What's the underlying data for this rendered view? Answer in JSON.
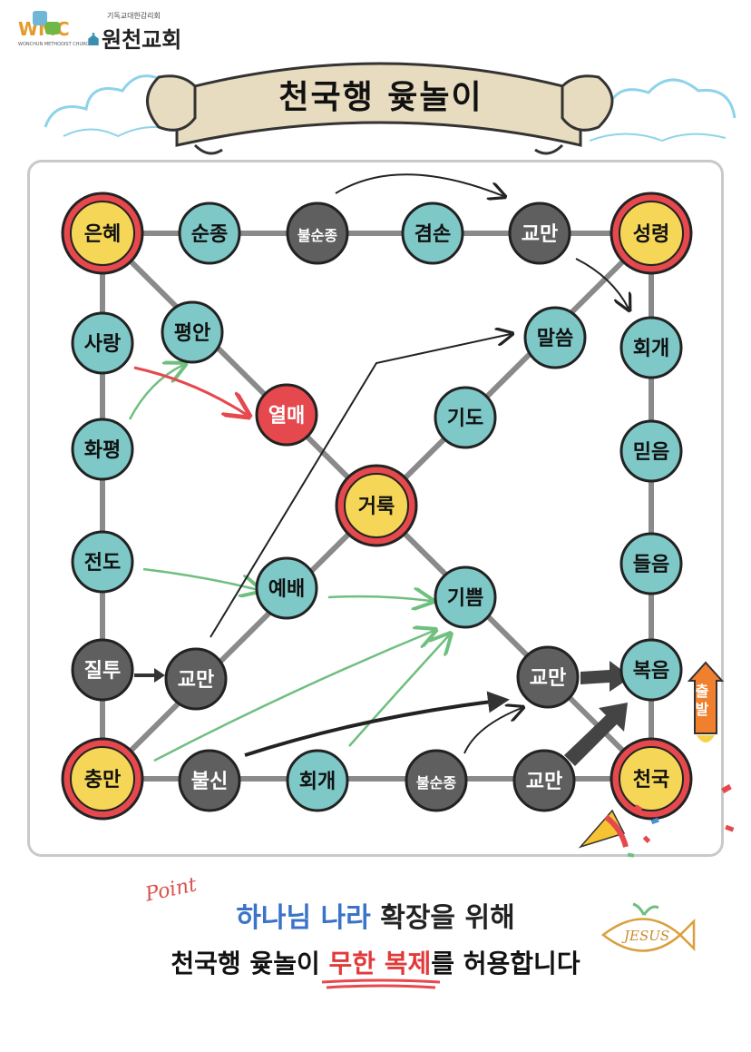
{
  "logo": {
    "letters": "WMC",
    "english": "WONCHUN METHODIST CHURCH",
    "denomination": "기독교대한감리회",
    "church_name": "원천교회"
  },
  "title": "천국행 윷놀이",
  "nodes": [
    {
      "id": "eunhye",
      "label": "은혜",
      "kind": "corner"
    },
    {
      "id": "sunjong",
      "label": "순종",
      "kind": "teal"
    },
    {
      "id": "bulsunjong_top",
      "label": "불순종",
      "kind": "gray"
    },
    {
      "id": "gyeomson",
      "label": "겸손",
      "kind": "teal"
    },
    {
      "id": "gyoman_top",
      "label": "교만",
      "kind": "gray"
    },
    {
      "id": "seongnyeong",
      "label": "성령",
      "kind": "corner"
    },
    {
      "id": "sarang",
      "label": "사랑",
      "kind": "teal"
    },
    {
      "id": "pyeongan",
      "label": "평안",
      "kind": "teal"
    },
    {
      "id": "malsseum",
      "label": "말씀",
      "kind": "teal"
    },
    {
      "id": "hoegae_right",
      "label": "회개",
      "kind": "teal"
    },
    {
      "id": "yeolmae",
      "label": "열매",
      "kind": "red"
    },
    {
      "id": "gido",
      "label": "기도",
      "kind": "teal"
    },
    {
      "id": "hwapyeong",
      "label": "화평",
      "kind": "teal"
    },
    {
      "id": "mideum",
      "label": "믿음",
      "kind": "teal"
    },
    {
      "id": "georuk",
      "label": "거룩",
      "kind": "corner"
    },
    {
      "id": "jeondo",
      "label": "전도",
      "kind": "teal"
    },
    {
      "id": "yebae",
      "label": "예배",
      "kind": "teal"
    },
    {
      "id": "gippeum",
      "label": "기쁨",
      "kind": "teal"
    },
    {
      "id": "deureum",
      "label": "들음",
      "kind": "teal"
    },
    {
      "id": "jiltu",
      "label": "질투",
      "kind": "gray"
    },
    {
      "id": "gyoman_mid_left",
      "label": "교만",
      "kind": "gray"
    },
    {
      "id": "gyoman_mid_right",
      "label": "교만",
      "kind": "gray"
    },
    {
      "id": "bogeum",
      "label": "복음",
      "kind": "teal"
    },
    {
      "id": "chungman",
      "label": "충만",
      "kind": "corner"
    },
    {
      "id": "bulsin",
      "label": "불신",
      "kind": "gray"
    },
    {
      "id": "hoegae_bottom",
      "label": "회개",
      "kind": "teal"
    },
    {
      "id": "bulsunjong_bottom",
      "label": "불순종",
      "kind": "gray"
    },
    {
      "id": "gyoman_bottom",
      "label": "교만",
      "kind": "gray"
    },
    {
      "id": "cheonguk",
      "label": "천국",
      "kind": "corner"
    }
  ],
  "start": {
    "label_top": "출",
    "label_bottom": "발"
  },
  "point": "Point",
  "caption": {
    "line1_highlight": "하나님 나라",
    "line1_rest": " 확장을 위해",
    "line2_start": "천국행 윷놀이 ",
    "line2_highlight": "무한 복제",
    "line2_end": "를 허용합니다"
  },
  "fish_text": "JESUS",
  "colors": {
    "teal": "#7ec8c8",
    "gray": "#5f5f5f",
    "red_node": "#e5484d",
    "corner_fill": "#f5d657",
    "corner_ring": "#e5484d",
    "board_line": "#8a8a8a",
    "arrow_red": "#e5484d",
    "arrow_green": "#6fbf7f",
    "arrow_black": "#222222"
  }
}
